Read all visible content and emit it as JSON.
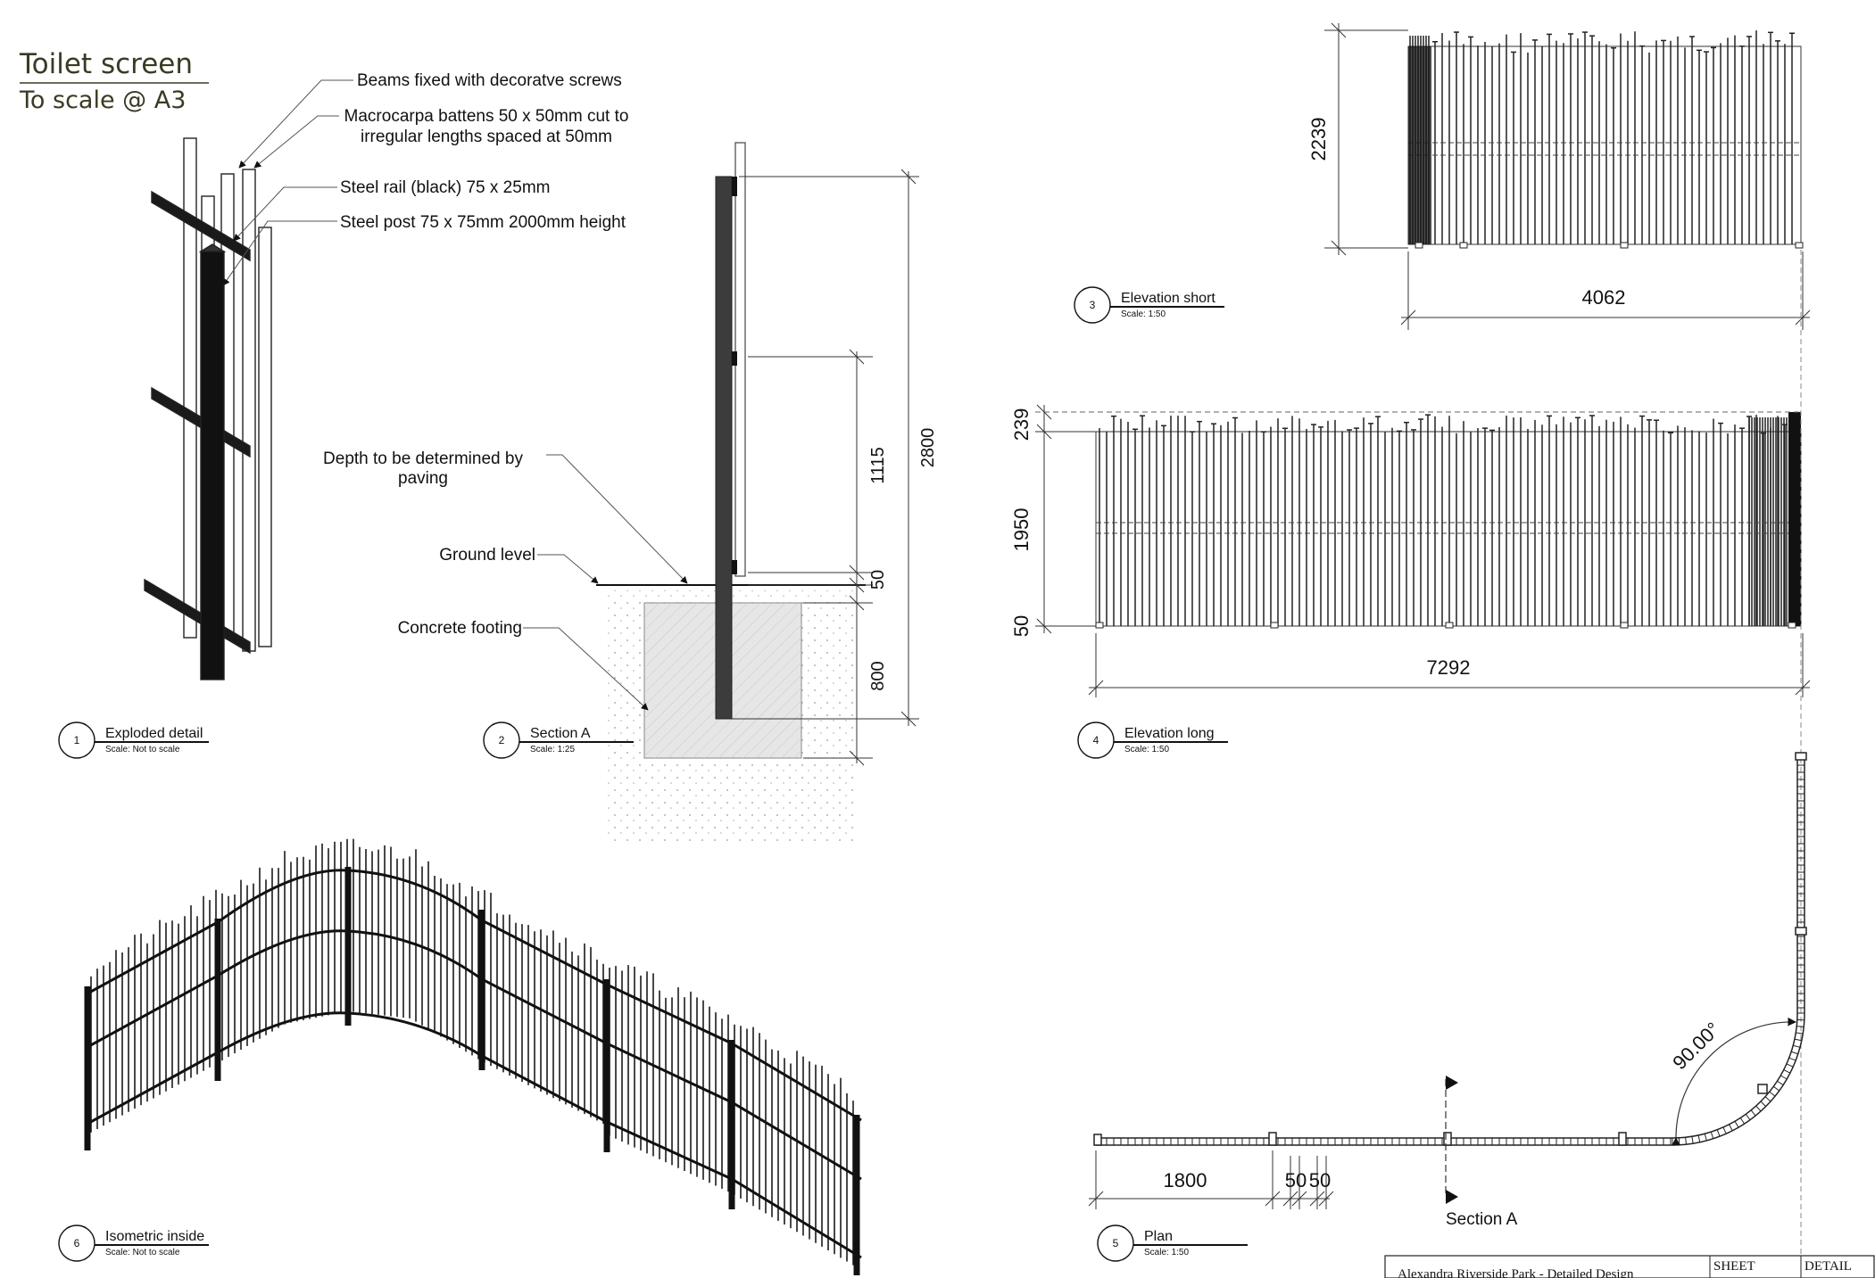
{
  "sheet_title": {
    "line1": "Toilet screen",
    "line2": "To scale @ A3"
  },
  "callouts": {
    "beams": "Beams fixed with decoratve screws",
    "battens_l1": "Macrocarpa battens 50 x 50mm cut to",
    "battens_l2": "irregular lengths spaced at 50mm",
    "rail": "Steel rail (black) 75 x 25mm",
    "post": "Steel post 75 x 75mm 2000mm height",
    "depth_l1": "Depth to be determined by",
    "depth_l2": "paving",
    "ground": "Ground level",
    "footing": "Concrete footing"
  },
  "dimensions": {
    "section_total": "2800",
    "section_rail": "1115",
    "section_gap": "50",
    "section_footing": "800",
    "short_height": "2239",
    "short_width": "4062",
    "long_top": "239",
    "long_mid": "1950",
    "long_bottom": "50",
    "long_width": "7292",
    "plan_length": "1800",
    "plan_gap_a": "50",
    "plan_gap_b": "50",
    "plan_angle": "90.00°",
    "plan_section": "Section A"
  },
  "views": [
    {
      "num": "1",
      "title": "Exploded detail",
      "scale": "Scale: Not to scale"
    },
    {
      "num": "2",
      "title": "Section A",
      "scale": "Scale: 1:25"
    },
    {
      "num": "3",
      "title": "Elevation short",
      "scale": "Scale: 1:50"
    },
    {
      "num": "4",
      "title": "Elevation long",
      "scale": "Scale: 1:50"
    },
    {
      "num": "5",
      "title": "Plan",
      "scale": "Scale: 1:50"
    },
    {
      "num": "6",
      "title": "Isometric inside",
      "scale": "Scale: Not to scale"
    }
  ],
  "title_block": {
    "project": "Alexandra Riverside Park - Detailed Design",
    "sheet_label": "SHEET",
    "detail_label": "DETAIL"
  },
  "colors": {
    "ink": "#111111",
    "title": "#3b3a24",
    "concrete": "#e6e6e6",
    "post": "#3c3c3c"
  }
}
